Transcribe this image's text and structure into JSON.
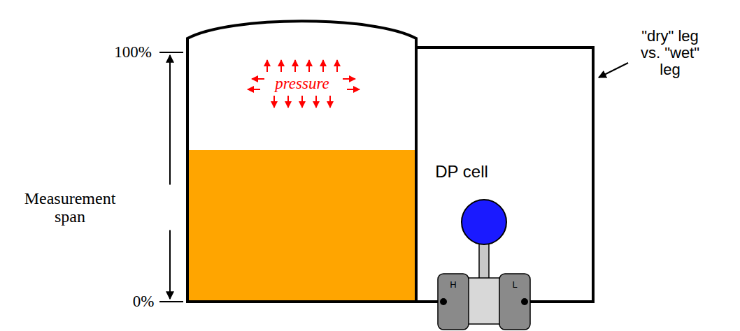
{
  "diagram": {
    "labels": [
      "100%",
      "Measurement span",
      "0%",
      "pressure",
      "DP cell",
      "H",
      "L",
      "\"dry\" leg vs. \"wet\" leg"
    ]
  }
}
